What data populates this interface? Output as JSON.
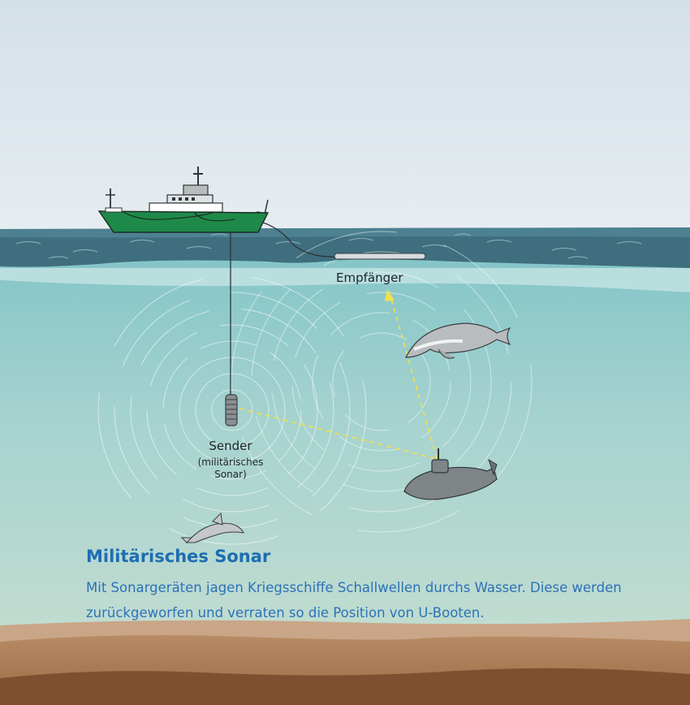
{
  "labels": {
    "receiver": "Empfänger",
    "sender": "Sender",
    "sender_sub": "(militärisches Sonar)"
  },
  "caption": {
    "title": "Militärisches Sonar",
    "body": "Mit Sonargeräten jagen Kriegsschiffe Schallwellen durchs Wasser. Diese werden zurückgeworfen und verraten so die Position von U-Booten."
  },
  "colors": {
    "sky": "#dfe8ee",
    "surface_water": "#3f6e7e",
    "water_deep": "#8fc6c4",
    "seabed": "#8a5a3a",
    "ship_hull": "#1e8a4a",
    "signal_path": "#f2e04a",
    "heading_text": "#1d6db3"
  }
}
